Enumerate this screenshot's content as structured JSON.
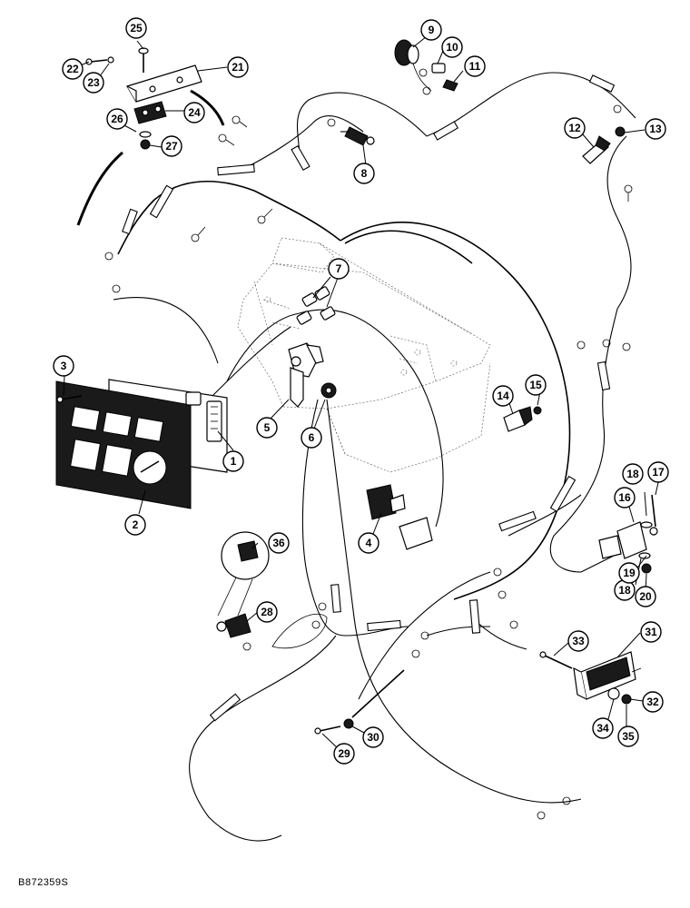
{
  "drawing_code": "B872359S",
  "callouts": [
    "1",
    "2",
    "3",
    "4",
    "5",
    "6",
    "7",
    "8",
    "9",
    "10",
    "11",
    "12",
    "13",
    "14",
    "15",
    "16",
    "17",
    "18",
    "19",
    "20",
    "21",
    "22",
    "23",
    "24",
    "25",
    "26",
    "27",
    "28",
    "29",
    "30",
    "31",
    "32",
    "33",
    "34",
    "35",
    "36"
  ]
}
